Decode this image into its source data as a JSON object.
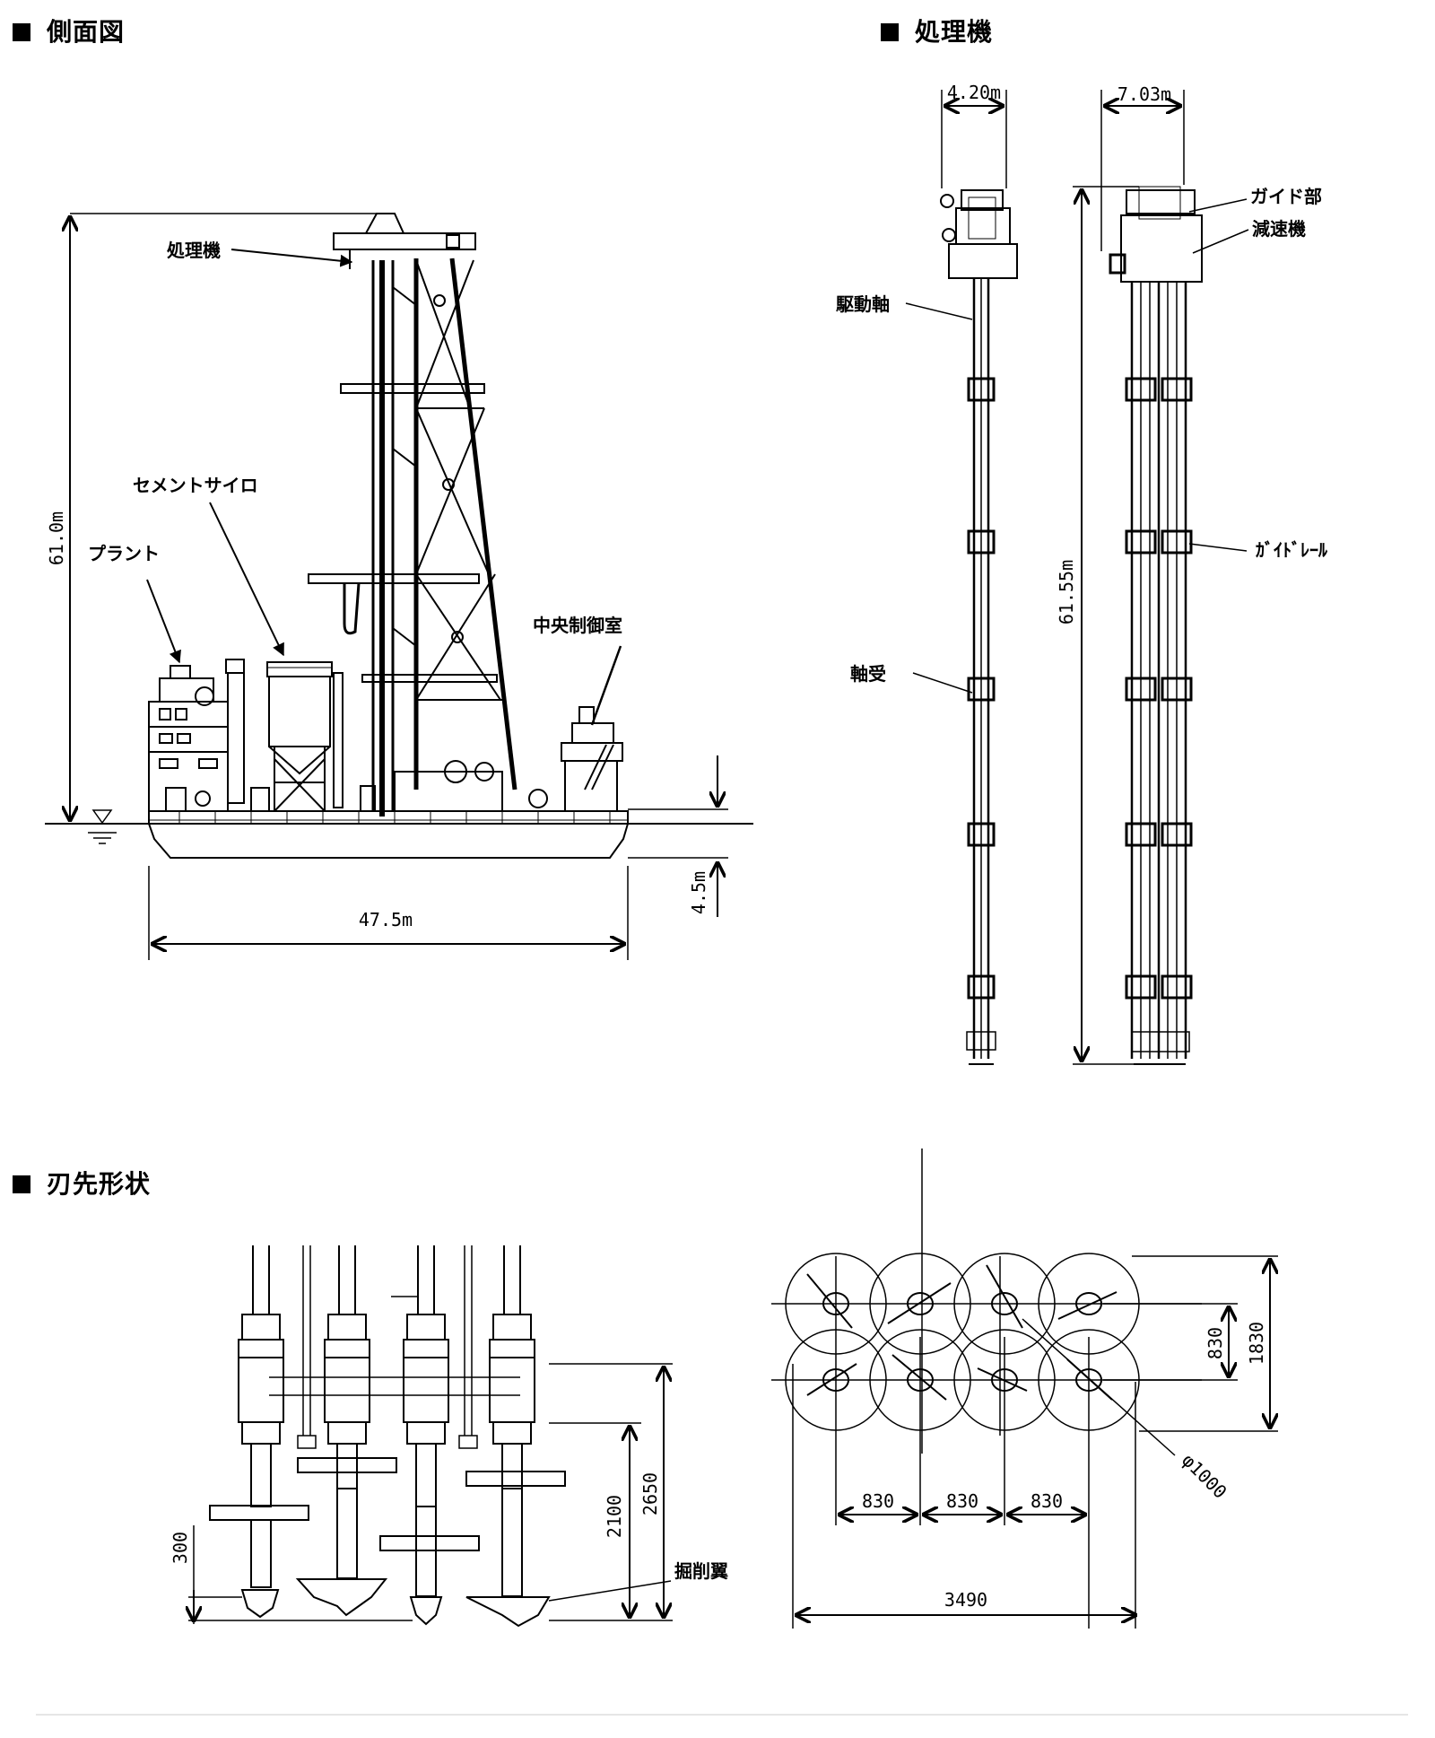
{
  "sections": {
    "side_view": {
      "title": "側面図"
    },
    "machine": {
      "title": "処理機"
    },
    "blade": {
      "title": "刃先形状"
    }
  },
  "side_view": {
    "labels": {
      "machine": "処理機",
      "cement_silo": "セメントサイロ",
      "plant": "プラント",
      "control_room": "中央制御室"
    },
    "dims": {
      "height": "61.0m",
      "length": "47.5m",
      "draft": "4.5m"
    }
  },
  "machine": {
    "labels": {
      "guide": "ガイド部",
      "reducer": "減速機",
      "drive_shaft": "駆動軸",
      "guide_rail": "ｶﾞｲﾄﾞﾚｰﾙ",
      "bearing": "軸受"
    },
    "dims": {
      "width_a": "4.20m",
      "width_b": "7.03m",
      "height": "61.55m"
    }
  },
  "blade": {
    "labels": {
      "excavation_wing": "掘削翼"
    },
    "dims": {
      "d300": "300",
      "d2100": "2100",
      "d2650": "2650",
      "d830_v": "830",
      "d1830": "1830",
      "d830_1": "830",
      "d830_2": "830",
      "d830_3": "830",
      "d3490": "3490",
      "phi": "φ1000"
    }
  }
}
